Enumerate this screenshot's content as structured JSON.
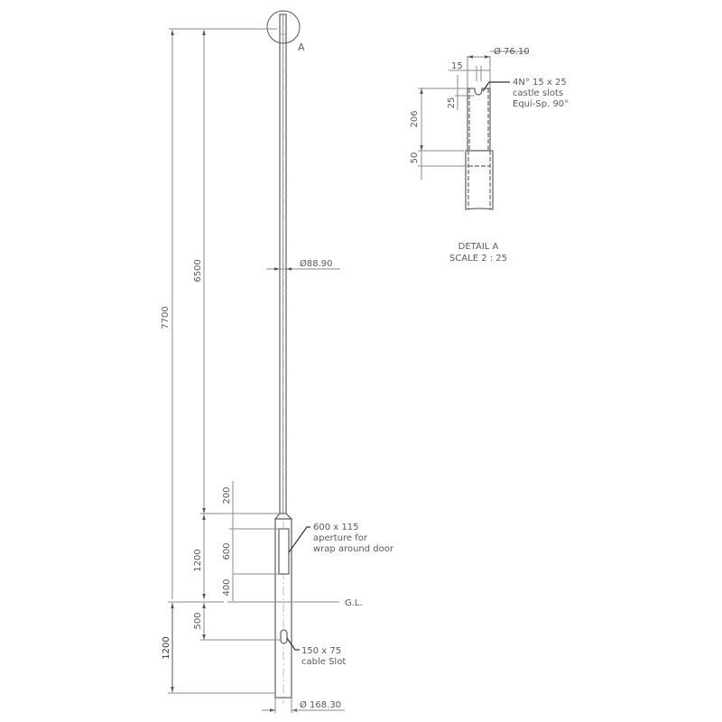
{
  "main_view": {
    "detail_marker": "A",
    "overall_height": "7700",
    "upper_shaft_height": "6500",
    "upper_shaft_diameter": "Ø88.90",
    "transition_offset": "200",
    "lower_section_height": "1200",
    "door_height": "600",
    "door_to_gl": "400",
    "ground_level": "G.L.",
    "slot_depth": "500",
    "embedment_depth": "1200",
    "base_diameter": "Ø 168.30",
    "door_note": [
      "600 x 115",
      "aperture for",
      "wrap around door"
    ],
    "slot_note": [
      "150 x 75",
      "cable Slot"
    ]
  },
  "detail_view": {
    "title": "DETAIL A",
    "scale": "SCALE 2 : 25",
    "diameter": "Ø 76.10",
    "slot_width": "15",
    "slot_depth": "25",
    "spigot_length": "206",
    "sleeve_length": "50",
    "slot_note": [
      "4N° 15 x 25",
      "castle slots",
      "Equi-Sp. 90°"
    ]
  }
}
